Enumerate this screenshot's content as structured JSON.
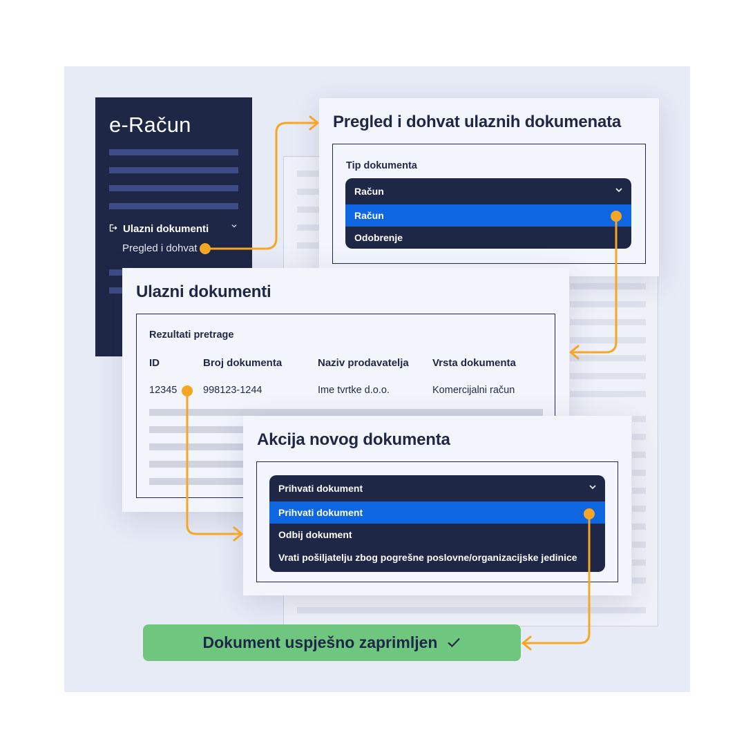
{
  "colors": {
    "navy": "#1f2747",
    "accent_blue": "#0f66e1",
    "flow_orange": "#f5a623",
    "success_green": "#6ec67f",
    "panel": "#f2f5fc"
  },
  "sidebar": {
    "brand": "e-Račun",
    "nav_section": {
      "label": "Ulazni dokumenti",
      "icon": "logout-icon",
      "expand_icon": "chevron-down-icon"
    },
    "nav_subitem": "Pregled i dohvat"
  },
  "document_lookup": {
    "title": "Pregled i dohvat ulaznih dokumenata",
    "field_label": "Tip dokumenta",
    "selected_value": "Račun",
    "options": [
      "Račun",
      "Odobrenje"
    ],
    "highlighted_option": "Račun"
  },
  "results_panel": {
    "title": "Ulazni dokumenti",
    "section_label": "Rezultati pretrage",
    "columns": [
      "ID",
      "Broj dokumenta",
      "Naziv prodavatelja",
      "Vrsta dokumenta"
    ],
    "rows": [
      [
        "12345",
        "998123-1244",
        "Ime tvrtke d.o.o.",
        "Komercijalni račun"
      ]
    ]
  },
  "action_panel": {
    "title": "Akcija novog dokumenta",
    "selected_value": "Prihvati dokument",
    "options": [
      "Prihvati dokument",
      "Odbij dokument",
      "Vrati pošiljatelju zbog pogrešne poslovne/organizacijske jedinice"
    ],
    "highlighted_option": "Prihvati dokument"
  },
  "status": {
    "message": "Dokument uspješno zaprimljen",
    "icon": "checkmark-icon"
  }
}
